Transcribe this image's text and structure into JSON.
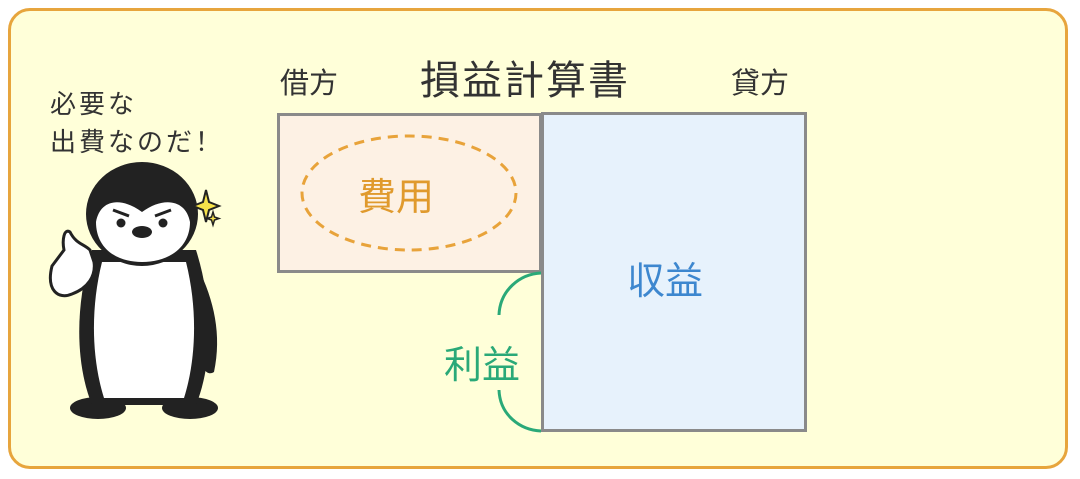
{
  "diagram": {
    "title": "損益計算書",
    "debit_label": "借方",
    "credit_label": "貸方",
    "expense_label": "費用",
    "revenue_label": "収益",
    "profit_label": "利益"
  },
  "character": {
    "speech_line1": "必要な",
    "speech_line2": "出費なのだ！",
    "icon": "penguin-character"
  },
  "colors": {
    "border": "#e7a53d",
    "background": "#ffffd9",
    "expense": "#e09a2d",
    "revenue": "#3d87cf",
    "profit": "#2aa978"
  }
}
